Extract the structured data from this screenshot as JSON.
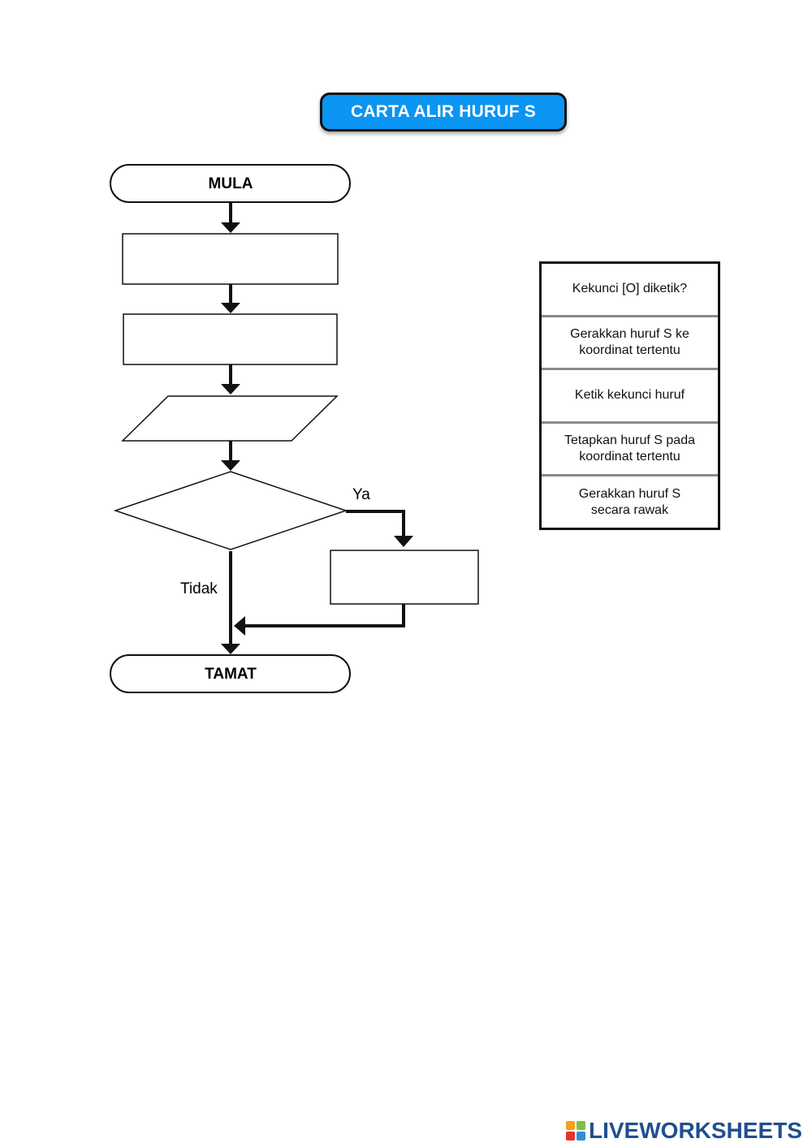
{
  "title": "CARTA ALIR HURUF S",
  "flowchart": {
    "start_label": "MULA",
    "end_label": "TAMAT",
    "yes_label": "Ya",
    "no_label": "Tidak"
  },
  "options": [
    "Kekunci [O] diketik?",
    "Gerakkan huruf S ke\nkoordinat tertentu",
    "Ketik kekunci huruf",
    "Tetapkan huruf S pada\nkoordinat tertentu",
    "Gerakkan huruf S\nsecara rawak"
  ],
  "branding": {
    "name": "LIVEWORKSHEETS",
    "logo_colors": [
      "#f4a018",
      "#7cc242",
      "#e9312b",
      "#2c8fd6"
    ]
  },
  "colors": {
    "title_bg": "#0a95f2",
    "brand_text": "#1f4f8f"
  }
}
